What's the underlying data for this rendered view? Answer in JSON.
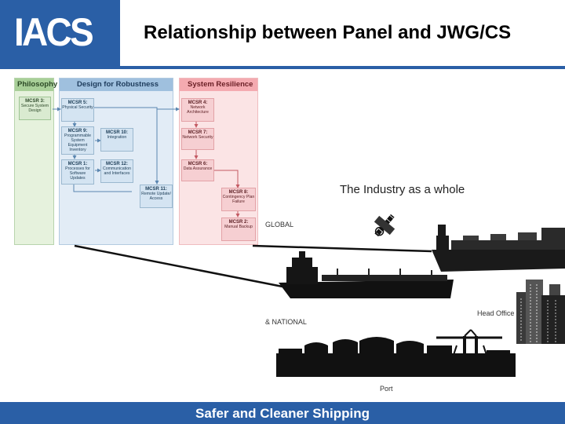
{
  "header": {
    "logo": "IACS",
    "title": "Relationship between Panel and JWG/CS"
  },
  "diagram": {
    "columns": {
      "philosophy": "Philosophy",
      "robustness": "Design for Robustness",
      "resilience": "System Resilience"
    },
    "boxes": {
      "mcsr3": {
        "id": "MCSR 3:",
        "text": "Secure System Design"
      },
      "mcsr5": {
        "id": "MCSR 5:",
        "text": "Physical Security"
      },
      "mcsr9": {
        "id": "MCSR 9:",
        "text": "Programmable System Equipment Inventory"
      },
      "mcsr10": {
        "id": "MCSR 10:",
        "text": "Integration"
      },
      "mcsr1": {
        "id": "MCSR 1:",
        "text": "Processes for Software Updates"
      },
      "mcsr12": {
        "id": "MCSR 12:",
        "text": "Communication and Interfaces"
      },
      "mcsr11": {
        "id": "MCSR 11:",
        "text": "Remote Update/ Access"
      },
      "mcsr4": {
        "id": "MCSR 4:",
        "text": "Network Architecture"
      },
      "mcsr7": {
        "id": "MCSR 7:",
        "text": "Network Security"
      },
      "mcsr6": {
        "id": "MCSR 6:",
        "text": "Data Assurance"
      },
      "mcsr8": {
        "id": "MCSR 8:",
        "text": "Contingency Plan Failure"
      },
      "mcsr2": {
        "id": "MCSR 2:",
        "text": "Manual Backup"
      }
    }
  },
  "industry": {
    "title": "The Industry as a whole",
    "global_label": "GLOBAL",
    "national_label": "& NATIONAL",
    "head_office_label": "Head Office",
    "port_label": "Port"
  },
  "footer": {
    "tagline": "Safer and Cleaner Shipping"
  },
  "colors": {
    "brand_blue": "#2a5fa6",
    "philosophy": "#d9ead0",
    "robustness": "#d4e4f2",
    "resilience": "#f6cfd2"
  },
  "icons": [
    "satellite-icon",
    "cargo-ship-icon",
    "tanker-ship-icon",
    "office-building-icon",
    "port-skyline-icon"
  ]
}
